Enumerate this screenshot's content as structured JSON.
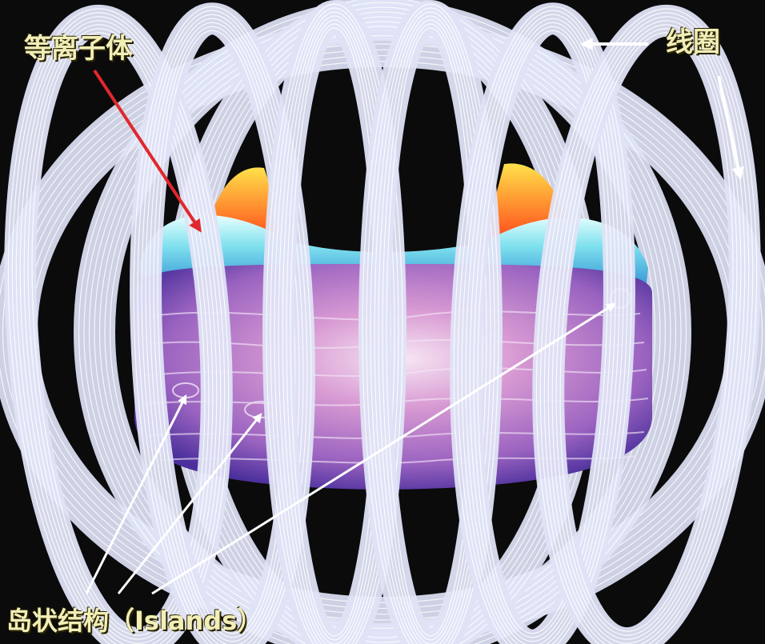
{
  "labels": {
    "plasma": "等离子体",
    "coil": "线圈",
    "islands": "岛状结构（Islands）"
  },
  "colors": {
    "background": "#0b0b0c",
    "label_text": "#f2eeb8",
    "label_shadow": "#2a2400",
    "coil": "#dfe3f6",
    "coil_line": "#ffffff",
    "plasma_pointer": "#e0282c",
    "plasma_center": "#f4ddf0",
    "plasma_mid": "#c981c6",
    "plasma_edge": "#4a2f9b",
    "plasma_top_band": "#5fd0e0",
    "plasma_hot": "#ff7a2a",
    "plasma_hot_yellow": "#ffd23a"
  }
}
